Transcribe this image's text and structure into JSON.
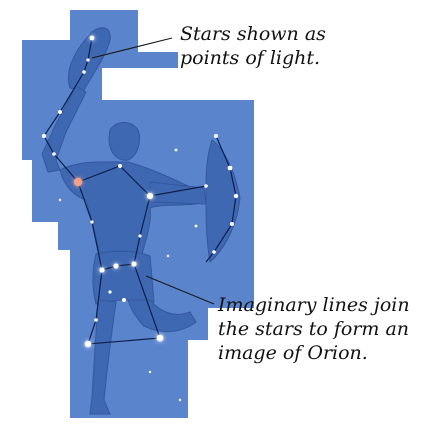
{
  "figure": {
    "background_color": "#ffffff",
    "sky_color": "#5a84cc",
    "figure_color": "#3f68b2",
    "star_color": "#ffffff",
    "highlight_star_color": "#f0a08c",
    "constellation_line_color": "#0f1f4a"
  },
  "captions": {
    "points_of_light": {
      "line1": "Stars shown as",
      "line2": "points of light."
    },
    "imaginary_lines": {
      "line1": "Imaginary lines join",
      "line2": "the stars to form an",
      "line3": "image of Orion."
    }
  },
  "icons": {
    "constellation": "orion-figure-icon"
  }
}
